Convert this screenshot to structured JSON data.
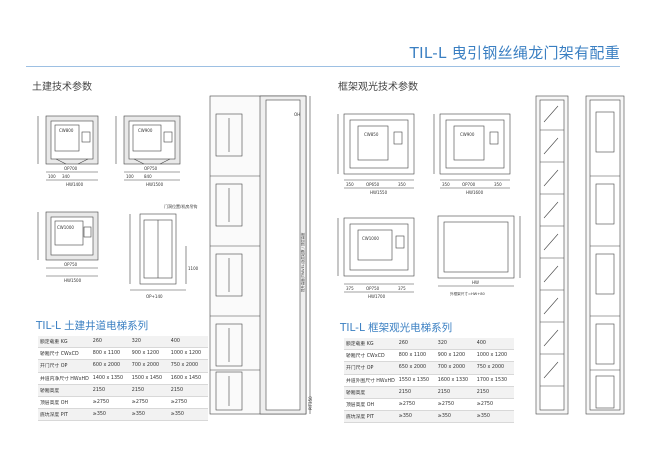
{
  "header": {
    "title": "TIL-L 曳引钢丝绳龙门架有配重"
  },
  "section_civil": {
    "heading": "土建技术参数",
    "plans": [
      {
        "car": "CW800",
        "door": "OP700",
        "width": "HW1400",
        "d1": "100",
        "d2": "340"
      },
      {
        "car": "CW900",
        "door": "OP750",
        "width": "HW1500",
        "d1": "100",
        "d2": "840"
      },
      {
        "car": "CW1000",
        "door": "OP750",
        "width": "HW1500",
        "d1": "",
        "d2": ""
      }
    ],
    "elevation": {
      "label": "OP+140",
      "note": "门洞位置/机房吊钩",
      "side": "1100"
    },
    "series_title": "TIL-L 土建井道电梯系列",
    "table": [
      {
        "label": "额定载重 KG",
        "v": [
          "260",
          "320",
          "400"
        ]
      },
      {
        "label": "轿厢尺寸 CWxCD",
        "v": [
          "800 x 1100",
          "900 x 1200",
          "1000 x 1200"
        ]
      },
      {
        "label": "开门尺寸 OP",
        "v": [
          "600 x 2000",
          "700 x 2000",
          "750 x 2000"
        ]
      },
      {
        "label": "井道内净尺寸 HWxHD",
        "v": [
          "1400 x 1350",
          "1500 x 1450",
          "1600 x 1450"
        ]
      },
      {
        "label": "轿厢高度",
        "v": [
          "2150",
          "2150",
          "2150"
        ]
      },
      {
        "label": "顶层高度 OH",
        "v": [
          "≥2750",
          "≥2750",
          "≥2750"
        ]
      },
      {
        "label": "底坑深度 PIT",
        "v": [
          "≥350",
          "≥350",
          "≥350"
        ]
      }
    ]
  },
  "section_frame": {
    "heading": "框架观光技术参数",
    "plans": [
      {
        "car": "CW850",
        "door": "OP650",
        "width": "HW1550",
        "d1": "350",
        "d2": "350"
      },
      {
        "car": "CW900",
        "door": "OP700",
        "width": "HW1600",
        "d1": "350",
        "d2": "350"
      },
      {
        "car": "CW1000",
        "door": "OP750",
        "width": "HW1700",
        "d1": "375",
        "d2": "375"
      }
    ],
    "frame_box": {
      "label": "HW",
      "note": "外框架尺寸=HW+80"
    },
    "series_title": "TIL-L 框架观光电梯系列",
    "table": [
      {
        "label": "额定载重 KG",
        "v": [
          "260",
          "320",
          "400"
        ]
      },
      {
        "label": "轿厢尺寸 CWxCD",
        "v": [
          "800 x 1100",
          "900 x 1200",
          "1000 x 1200"
        ]
      },
      {
        "label": "开门尺寸 OP",
        "v": [
          "650 x 2000",
          "700 x 2000",
          "750 x 2000"
        ]
      },
      {
        "label": "井道外围尺寸 HWxHD",
        "v": [
          "1550 x 1350",
          "1600 x 1330",
          "1700 x 1530"
        ]
      },
      {
        "label": "轿厢高度",
        "v": [
          "2150",
          "2150",
          "2150"
        ]
      },
      {
        "label": "顶层高度 OH",
        "v": [
          "≥2750",
          "≥2750",
          "≥2750"
        ]
      },
      {
        "label": "底坑深度 PIT",
        "v": [
          "≥350",
          "≥350",
          "≥350"
        ]
      }
    ]
  },
  "shaft": {
    "top_label": "OH",
    "bottom_label": "PIT350",
    "side_note": "提升高度(TRAVEL)及层站数 / 顶层高度"
  }
}
